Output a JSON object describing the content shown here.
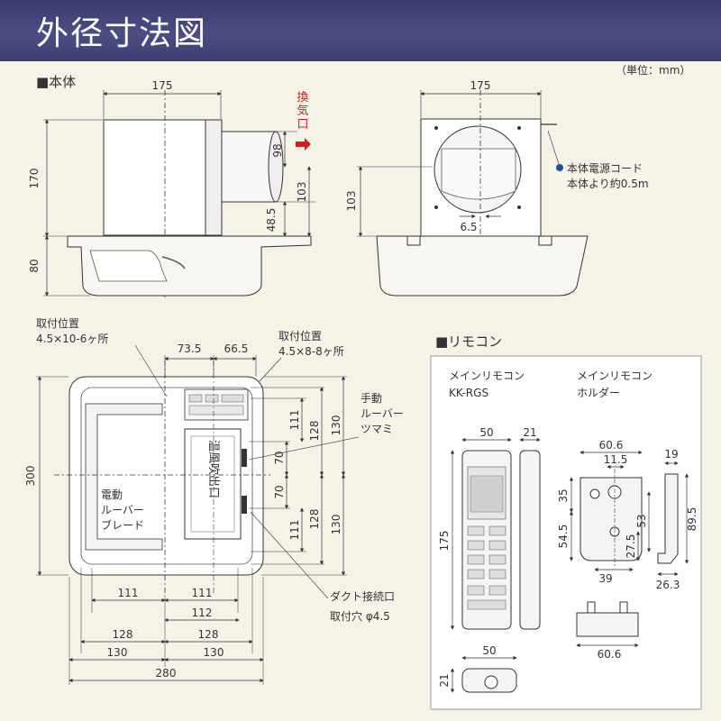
{
  "header": {
    "title": "外径寸法図"
  },
  "sections": {
    "body": "■本体",
    "remote": "■リモコン",
    "unit": "（単位：mm）"
  },
  "side_view": {
    "width": "175",
    "height_top": "170",
    "height_bottom": "80",
    "duct_height": "98",
    "duct_offset": "103",
    "duct_bottom": "48.5",
    "exhaust_label": [
      "換",
      "気",
      "口"
    ]
  },
  "front_view": {
    "width": "175",
    "offset": "103",
    "cord_gap": "6.5",
    "cord_label_1": "本体電源コード",
    "cord_label_2": "本体より約0.5m"
  },
  "plan_view": {
    "mount_pos_left_1": "取付位置",
    "mount_pos_left_2": "4.5×10-6ヶ所",
    "mount_pos_right_1": "取付位置",
    "mount_pos_right_2": "4.5×8-8ヶ所",
    "dim_73_5": "73.5",
    "dim_66_5": "66.5",
    "manual_louver_1": "手動",
    "manual_louver_2": "ルーバー",
    "manual_louver_3": "ツマミ",
    "electric_louver_1": "電動",
    "electric_louver_2": "ルーバー",
    "electric_louver_3": "ブレード",
    "outlet_text": "温風吹出口",
    "duct_label_1": "ダクト接続口",
    "duct_label_2": "取付穴 φ4.5",
    "right_dims": [
      "111",
      "70",
      "70",
      "111"
    ],
    "right_dims_b": [
      "128",
      "128"
    ],
    "right_dims_c": [
      "130",
      "130"
    ],
    "height": "300",
    "bottom_dims_a": [
      "111",
      "111"
    ],
    "bottom_dims_b": "112",
    "bottom_dims_c": [
      "128",
      "128"
    ],
    "bottom_dims_d": [
      "130",
      "130"
    ],
    "total_width": "280"
  },
  "remote": {
    "main_remote_1": "メインリモコン",
    "main_remote_2": "KK-RGS",
    "holder_1": "メインリモコン",
    "holder_2": "ホルダー",
    "remote_width": "50",
    "remote_depth": "21",
    "remote_height": "175",
    "remote_bottom_width": "50",
    "remote_bottom_depth": "21",
    "holder_width": "60.6",
    "holder_hole": "11.5",
    "holder_depth": "19",
    "holder_35": "35",
    "holder_54_5": "54.5",
    "holder_53": "53",
    "holder_27_5": "27.5",
    "holder_39": "39",
    "holder_89_5": "89.5",
    "holder_26_3": "26.3",
    "holder_bottom_width": "60.6"
  }
}
